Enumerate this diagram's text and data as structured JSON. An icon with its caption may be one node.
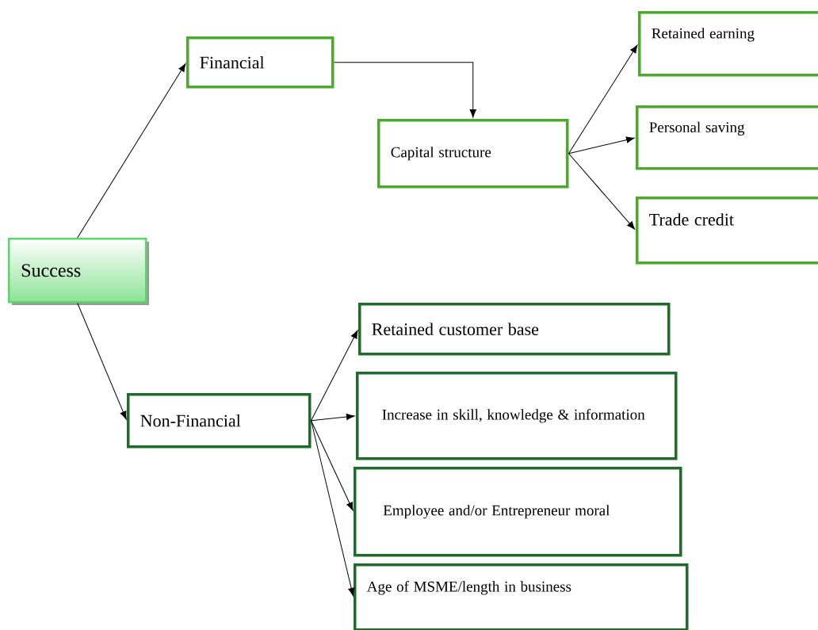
{
  "diagram": {
    "nodes": [
      {
        "text": [
          "Success"
        ]
      },
      {
        "text": [
          "Financial"
        ]
      },
      {
        "text": [
          "Capital structure"
        ]
      },
      {
        "text": [
          "Retained earning"
        ]
      },
      {
        "text": [
          "Personal saving"
        ]
      },
      {
        "text": [
          "Trade credit"
        ]
      },
      {
        "text": [
          "Non-Financial"
        ]
      },
      {
        "text": [
          "Retained customer base"
        ]
      },
      {
        "text": [
          "Increase in skill, knowledge & information"
        ]
      },
      {
        "text": [
          "Employee and/or Entrepreneur moral"
        ]
      },
      {
        "text": [
          "Age of MSME/length in business"
        ]
      }
    ],
    "edges": [
      {
        "from": 0,
        "to": 1,
        "arrow": "to"
      },
      {
        "from": 1,
        "to": 2,
        "arrow": "to"
      },
      {
        "from": 2,
        "to": 3,
        "arrow": "to"
      },
      {
        "from": 2,
        "to": 4,
        "arrow": "to"
      },
      {
        "from": 2,
        "to": 5,
        "arrow": "to"
      },
      {
        "from": 0,
        "to": 6,
        "arrow": "to"
      },
      {
        "from": 6,
        "to": 7,
        "arrow": "to"
      },
      {
        "from": 6,
        "to": 8,
        "arrow": "to"
      },
      {
        "from": 6,
        "to": 9,
        "arrow": "to"
      },
      {
        "from": 6,
        "to": 10,
        "arrow": "to"
      }
    ]
  }
}
